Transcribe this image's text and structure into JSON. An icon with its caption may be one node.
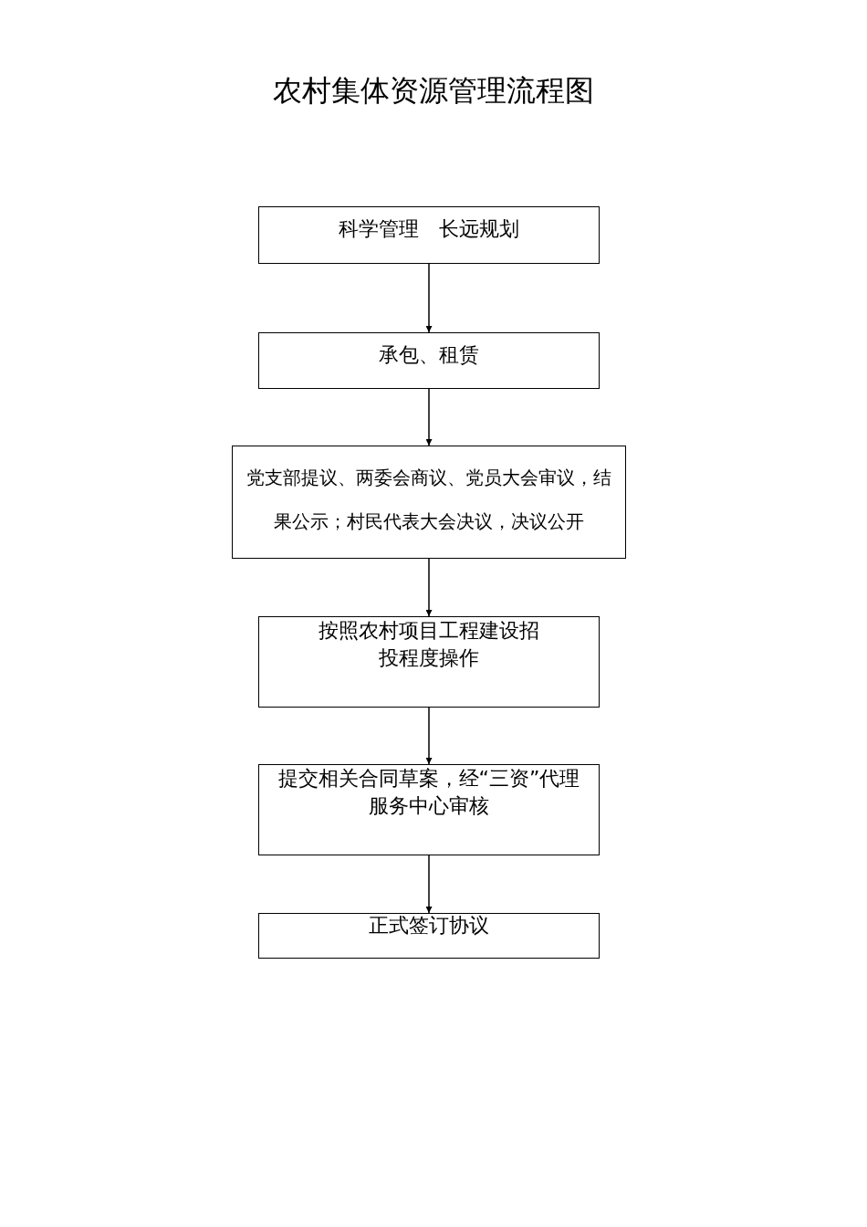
{
  "diagram": {
    "title": "农村集体资源管理流程图",
    "nodes": [
      {
        "text": [
          "科学管理　长远规划"
        ]
      },
      {
        "text": [
          "承包、租赁"
        ]
      },
      {
        "text": [
          "党支部提议、两委会商议、党员大会审议，结果公示；村民代表大会决议，决议公开"
        ]
      },
      {
        "text": [
          "按照农村项目工程建设招投程度操作"
        ]
      },
      {
        "text": [
          "提交相关合同草案，经“三资”代理服务中心审核"
        ]
      },
      {
        "text": [
          "正式签订协议"
        ]
      }
    ],
    "edges": [
      {
        "from": 0,
        "to": 1,
        "arrow": "to"
      },
      {
        "from": 1,
        "to": 2,
        "arrow": "to"
      },
      {
        "from": 2,
        "to": 3,
        "arrow": "to"
      },
      {
        "from": 3,
        "to": 4,
        "arrow": "to"
      },
      {
        "from": 4,
        "to": 5,
        "arrow": "to"
      }
    ]
  }
}
